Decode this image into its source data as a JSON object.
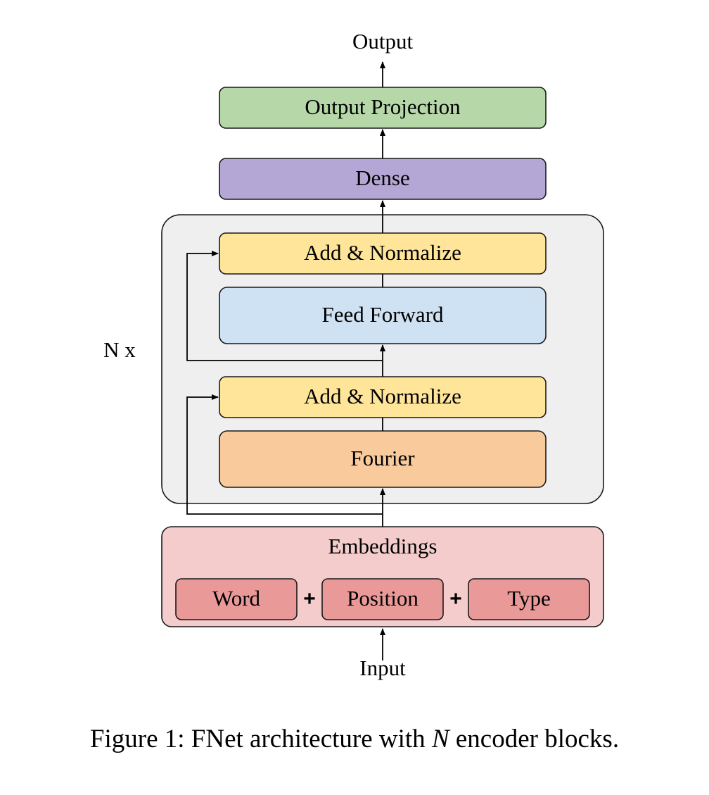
{
  "diagram": {
    "output_label": "Output",
    "input_label": "Input",
    "repeat_label": "N x",
    "blocks": {
      "output_projection": {
        "label": "Output Projection",
        "color": "#b6d7a8"
      },
      "dense": {
        "label": "Dense",
        "color": "#b4a7d6"
      },
      "add_normalize_top": {
        "label": "Add & Normalize",
        "color": "#ffe599"
      },
      "feed_forward": {
        "label": "Feed Forward",
        "color": "#cfe2f3"
      },
      "add_normalize_bottom": {
        "label": "Add & Normalize",
        "color": "#ffe599"
      },
      "fourier": {
        "label": "Fourier",
        "color": "#f9cb9c"
      }
    },
    "encoder_container_color": "#efefef",
    "embeddings": {
      "label": "Embeddings",
      "color": "#f4cccc",
      "components": [
        {
          "label": "Word",
          "color": "#ea9999"
        },
        {
          "label": "Position",
          "color": "#ea9999"
        },
        {
          "label": "Type",
          "color": "#ea9999"
        }
      ],
      "operators": [
        "+",
        "+"
      ]
    }
  },
  "caption": {
    "prefix": "Figure 1: FNet architecture with ",
    "variable": "N",
    "suffix": " encoder blocks."
  }
}
